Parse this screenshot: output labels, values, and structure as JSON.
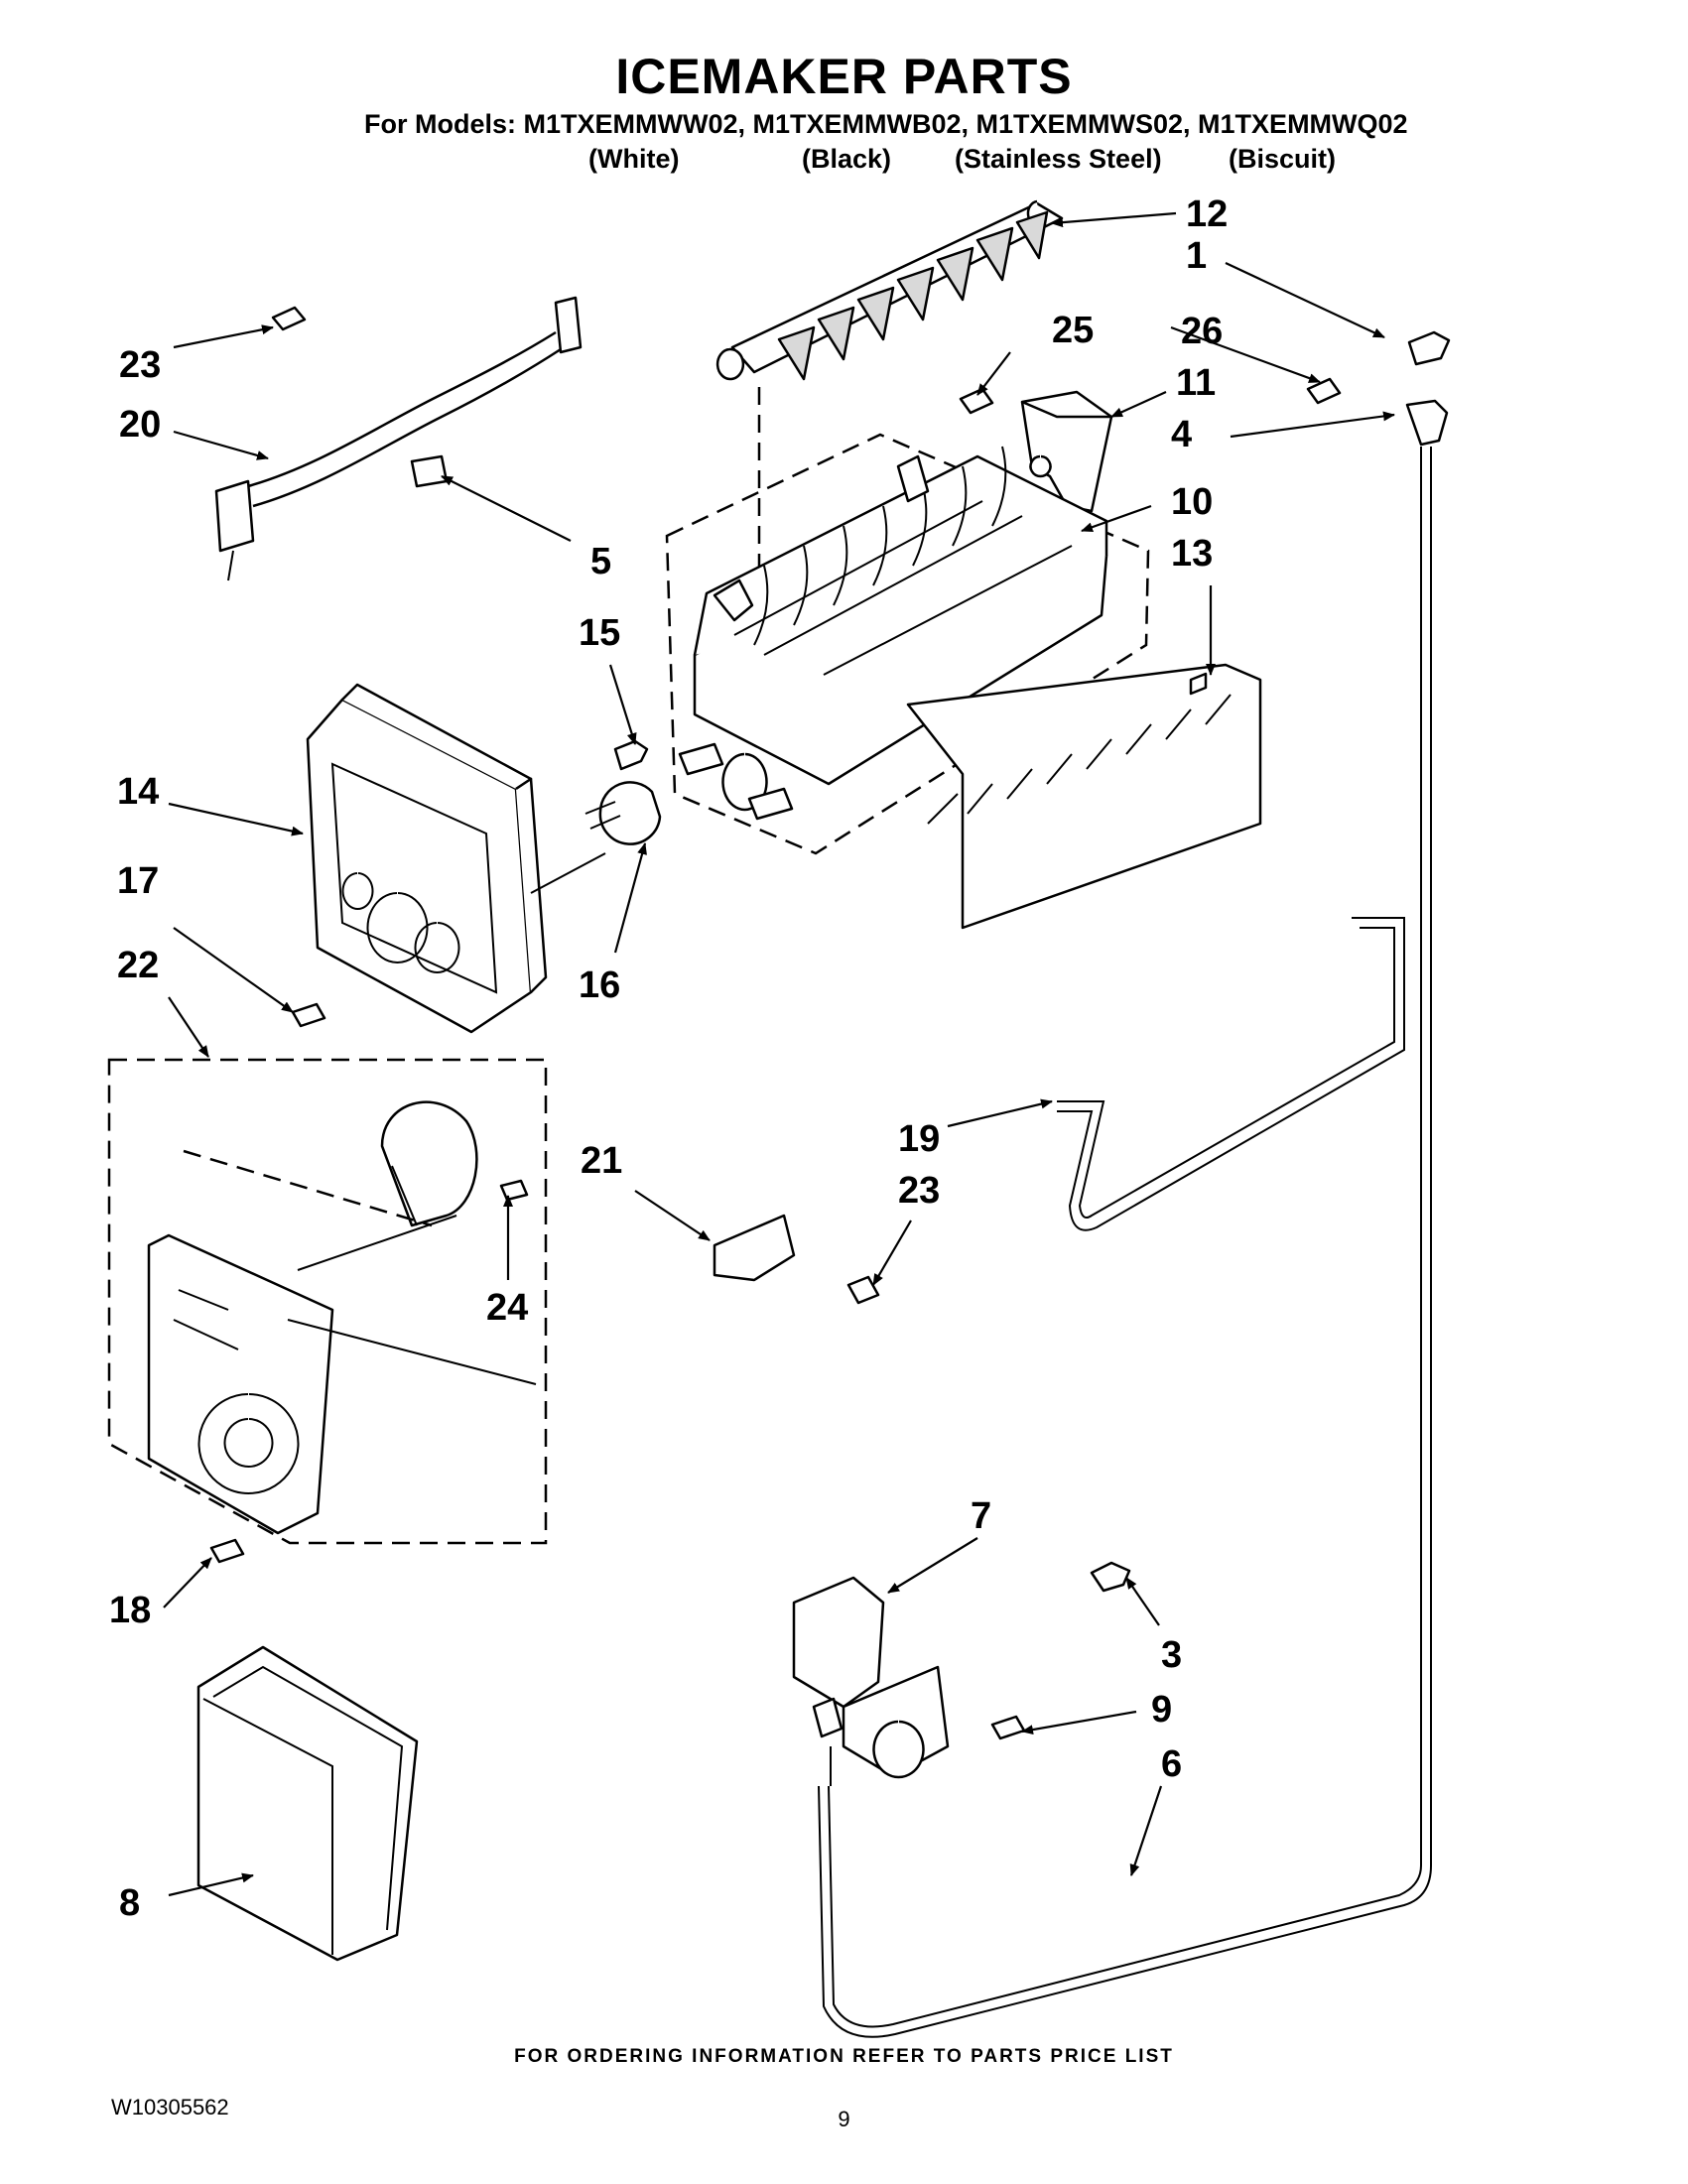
{
  "header": {
    "title": "ICEMAKER PARTS",
    "models_line": "For Models: M1TXEMMWW02, M1TXEMMWB02, M1TXEMMWS02, M1TXEMMWQ02",
    "variants": [
      "(White)",
      "(Black)",
      "(Stainless Steel)",
      "(Biscuit)"
    ]
  },
  "callouts": [
    "1",
    "3",
    "4",
    "5",
    "6",
    "7",
    "8",
    "9",
    "10",
    "11",
    "12",
    "13",
    "14",
    "15",
    "16",
    "17",
    "18",
    "19",
    "20",
    "21",
    "22",
    "23",
    "23",
    "24",
    "25",
    "26"
  ],
  "footer": {
    "ordering_note": "FOR ORDERING INFORMATION REFER TO PARTS PRICE LIST",
    "doc_number": "W10305562",
    "page_number": "9"
  }
}
